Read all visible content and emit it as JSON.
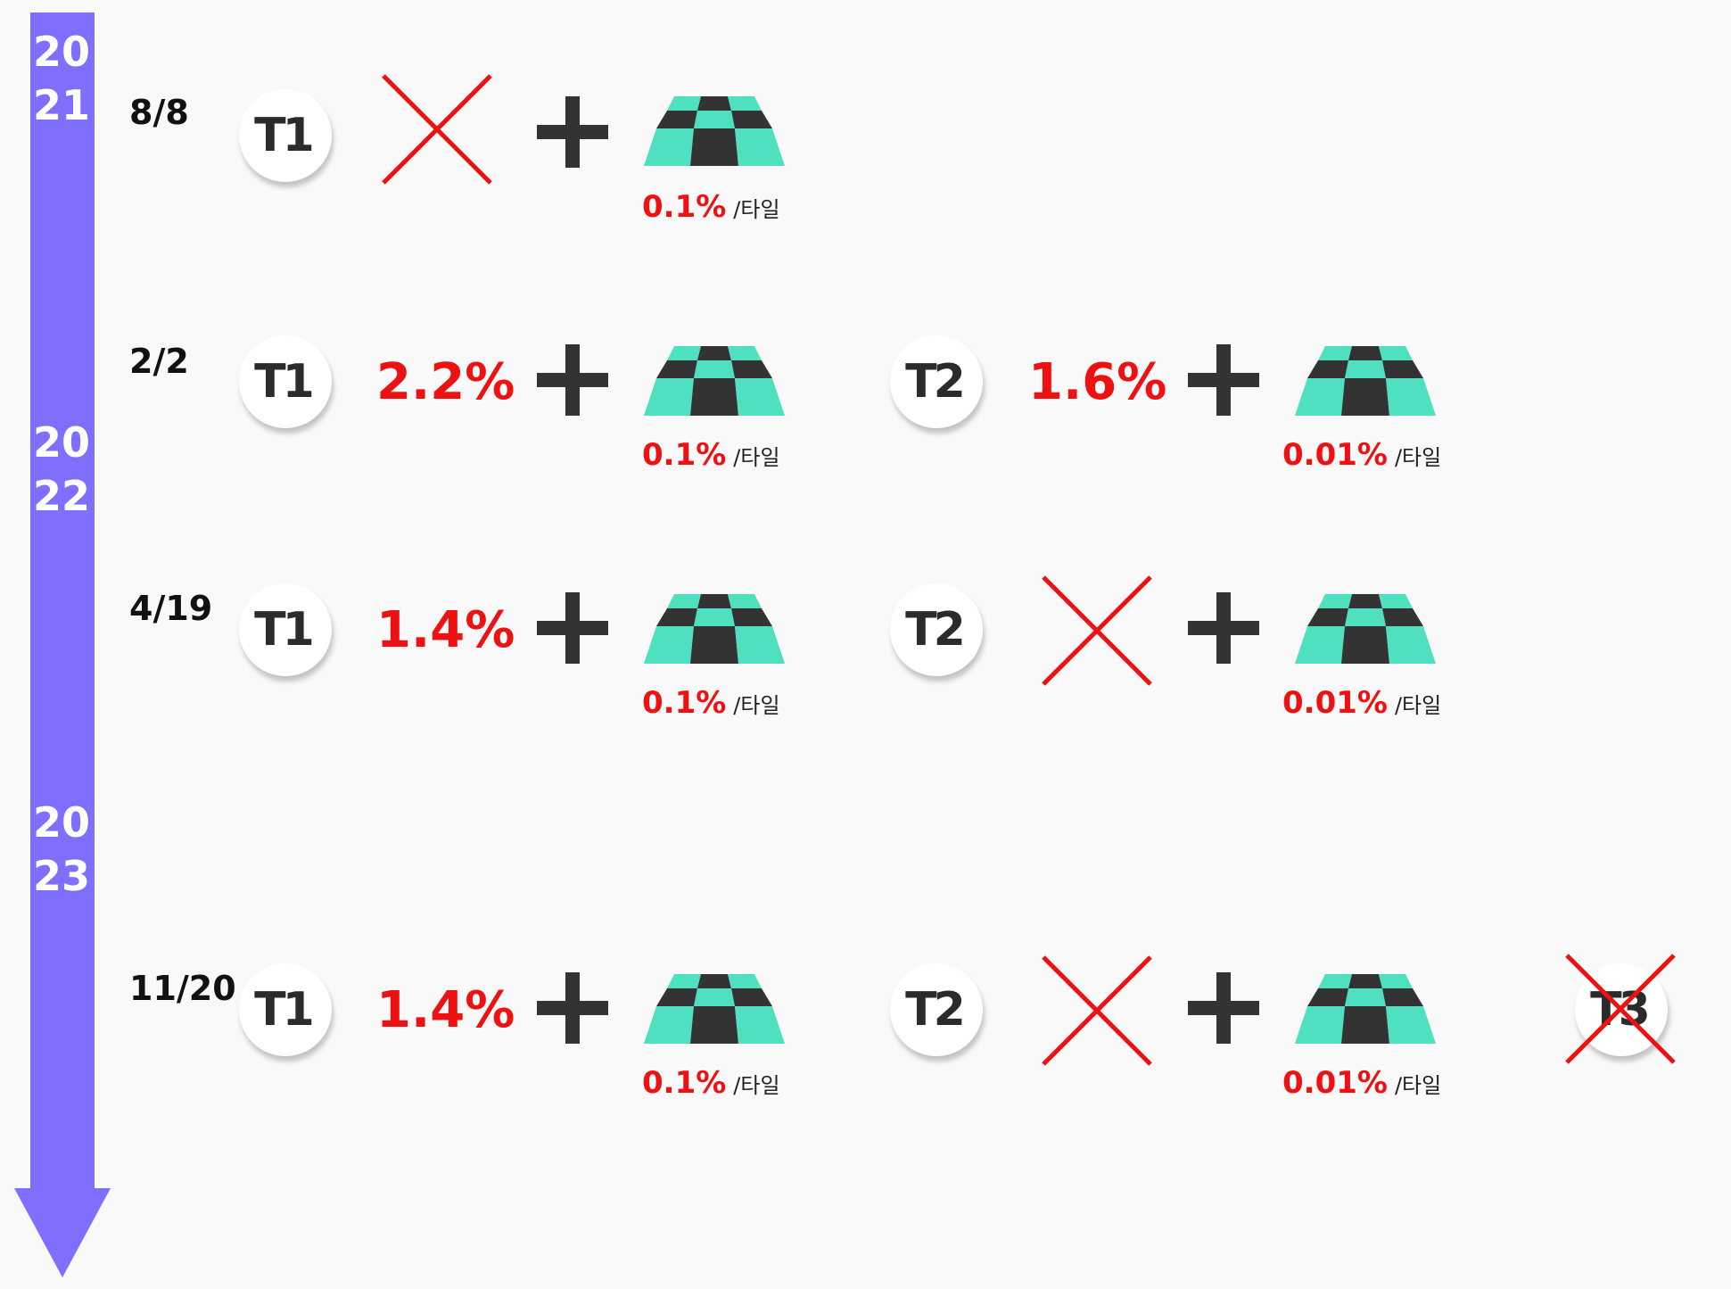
{
  "timeline": {
    "years": [
      "2021",
      "2022",
      "2023"
    ],
    "color": "#7f6ffc"
  },
  "colors": {
    "accent_red": "#ee1111",
    "tile_teal": "#4fe0c0",
    "tile_dark": "#333333"
  },
  "rows": [
    {
      "date": "8/8",
      "t1": {
        "label": "T1",
        "pct": null,
        "tile_rate": "0.1%",
        "unit": "/타일"
      },
      "t2": null,
      "t3": null
    },
    {
      "date": "2/2",
      "t1": {
        "label": "T1",
        "pct": "2.2%",
        "tile_rate": "0.1%",
        "unit": "/타일"
      },
      "t2": {
        "label": "T2",
        "pct": "1.6%",
        "tile_rate": "0.01%",
        "unit": "/타일"
      },
      "t3": null
    },
    {
      "date": "4/19",
      "t1": {
        "label": "T1",
        "pct": "1.4%",
        "tile_rate": "0.1%",
        "unit": "/타일"
      },
      "t2": {
        "label": "T2",
        "pct": null,
        "tile_rate": "0.01%",
        "unit": "/타일"
      },
      "t3": null
    },
    {
      "date": "11/20",
      "t1": {
        "label": "T1",
        "pct": "1.4%",
        "tile_rate": "0.1%",
        "unit": "/타일"
      },
      "t2": {
        "label": "T2",
        "pct": null,
        "tile_rate": "0.01%",
        "unit": "/타일"
      },
      "t3": {
        "label": "T3",
        "crossed": true
      }
    }
  ]
}
